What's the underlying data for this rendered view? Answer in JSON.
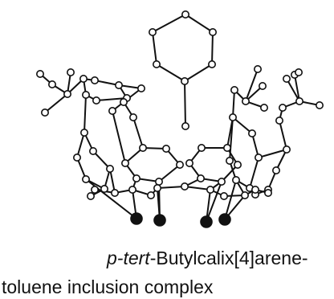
{
  "figure": {
    "caption_line1_prefix": "p-tert",
    "caption_line1_suffix": "-Butylcalix[4]arene-",
    "caption_line2": "toluene inclusion complex"
  },
  "style": {
    "ink": "#111111",
    "atom_fill_open": "#ffffff",
    "atom_fill_oxygen": "#111111"
  }
}
